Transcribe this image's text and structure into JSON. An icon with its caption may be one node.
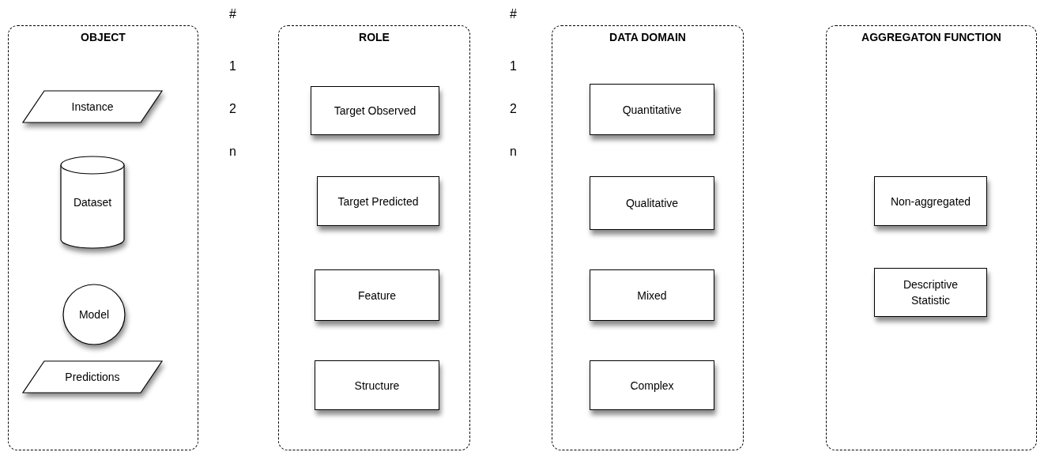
{
  "diagram": {
    "nodes": [
      {
        "text": [
          "OBJECT"
        ]
      },
      {
        "text": [
          "Instance"
        ],
        "in": 0
      },
      {
        "text": [
          "Dataset"
        ],
        "in": 0
      },
      {
        "text": [
          "Model"
        ],
        "in": 0
      },
      {
        "text": [
          "Predictions"
        ],
        "in": 0
      },
      {
        "text": [
          "ROLE"
        ]
      },
      {
        "text": [
          "Target Observed"
        ],
        "in": 5
      },
      {
        "text": [
          "Target Predicted"
        ],
        "in": 5
      },
      {
        "text": [
          "Feature"
        ],
        "in": 5
      },
      {
        "text": [
          "Structure"
        ],
        "in": 5
      },
      {
        "text": [
          "DATA DOMAIN"
        ]
      },
      {
        "text": [
          "Quantitative"
        ],
        "in": 10
      },
      {
        "text": [
          "Qualitative"
        ],
        "in": 10
      },
      {
        "text": [
          "Mixed"
        ],
        "in": 10
      },
      {
        "text": [
          "Complex"
        ],
        "in": 10
      },
      {
        "text": [
          "AGGREGATON FUNCTION"
        ]
      },
      {
        "text": [
          "Non-aggregated"
        ],
        "in": 15
      },
      {
        "text": [
          "Descriptive Statistic"
        ],
        "in": 15
      }
    ],
    "labels": [
      "#",
      "1",
      "2",
      "n",
      "#",
      "1",
      "2",
      "n"
    ]
  }
}
